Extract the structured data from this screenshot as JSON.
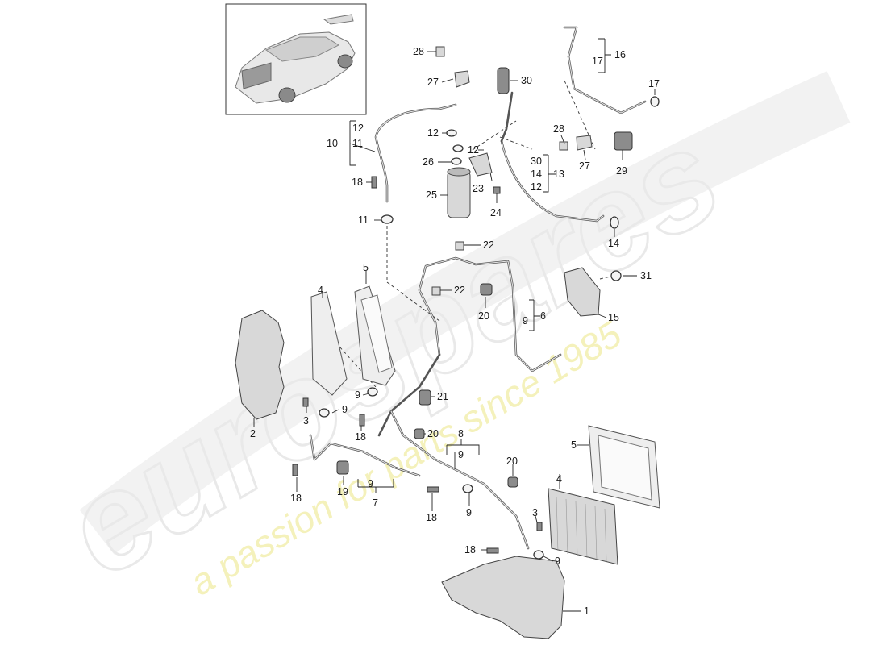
{
  "watermark": {
    "brand": "eurospares",
    "tagline": "a passion for parts since 1985"
  },
  "callouts": [
    {
      "id": "c28a",
      "text": "28"
    },
    {
      "id": "c27a",
      "text": "27"
    },
    {
      "id": "c30a",
      "text": "30"
    },
    {
      "id": "c12a",
      "text": "12"
    },
    {
      "id": "c11a",
      "text": "11"
    },
    {
      "id": "c10",
      "text": "10"
    },
    {
      "id": "c12b",
      "text": "12"
    },
    {
      "id": "c26",
      "text": "26"
    },
    {
      "id": "c12c",
      "text": "12"
    },
    {
      "id": "c18a",
      "text": "18"
    },
    {
      "id": "c25",
      "text": "25"
    },
    {
      "id": "c23",
      "text": "23"
    },
    {
      "id": "c24",
      "text": "24"
    },
    {
      "id": "c11b",
      "text": "11"
    },
    {
      "id": "c30b",
      "text": "30"
    },
    {
      "id": "c14a",
      "text": "14"
    },
    {
      "id": "c13",
      "text": "13"
    },
    {
      "id": "c12d",
      "text": "12"
    },
    {
      "id": "c17a",
      "text": "17"
    },
    {
      "id": "c16",
      "text": "16"
    },
    {
      "id": "c17b",
      "text": "17"
    },
    {
      "id": "c28b",
      "text": "28"
    },
    {
      "id": "c27b",
      "text": "27"
    },
    {
      "id": "c29",
      "text": "29"
    },
    {
      "id": "c14b",
      "text": "14"
    },
    {
      "id": "c22a",
      "text": "22"
    },
    {
      "id": "c22b",
      "text": "22"
    },
    {
      "id": "c20a",
      "text": "20"
    },
    {
      "id": "c9a",
      "text": "9"
    },
    {
      "id": "c6",
      "text": "6"
    },
    {
      "id": "c31",
      "text": "31"
    },
    {
      "id": "c15",
      "text": "15"
    },
    {
      "id": "c4a",
      "text": "4"
    },
    {
      "id": "c5a",
      "text": "5"
    },
    {
      "id": "c9b",
      "text": "9"
    },
    {
      "id": "c9c",
      "text": "9"
    },
    {
      "id": "c21",
      "text": "21"
    },
    {
      "id": "c3a",
      "text": "3"
    },
    {
      "id": "c2",
      "text": "2"
    },
    {
      "id": "c18b",
      "text": "18"
    },
    {
      "id": "c20b",
      "text": "20"
    },
    {
      "id": "c8",
      "text": "8"
    },
    {
      "id": "c9d",
      "text": "9"
    },
    {
      "id": "c19",
      "text": "19"
    },
    {
      "id": "c9e",
      "text": "9"
    },
    {
      "id": "c7",
      "text": "7"
    },
    {
      "id": "c18c",
      "text": "18"
    },
    {
      "id": "c18d",
      "text": "18"
    },
    {
      "id": "c9f",
      "text": "9"
    },
    {
      "id": "c20c",
      "text": "20"
    },
    {
      "id": "c5b",
      "text": "5"
    },
    {
      "id": "c4b",
      "text": "4"
    },
    {
      "id": "c3b",
      "text": "3"
    },
    {
      "id": "c18e",
      "text": "18"
    },
    {
      "id": "c9g",
      "text": "9"
    },
    {
      "id": "c1",
      "text": "1"
    }
  ]
}
